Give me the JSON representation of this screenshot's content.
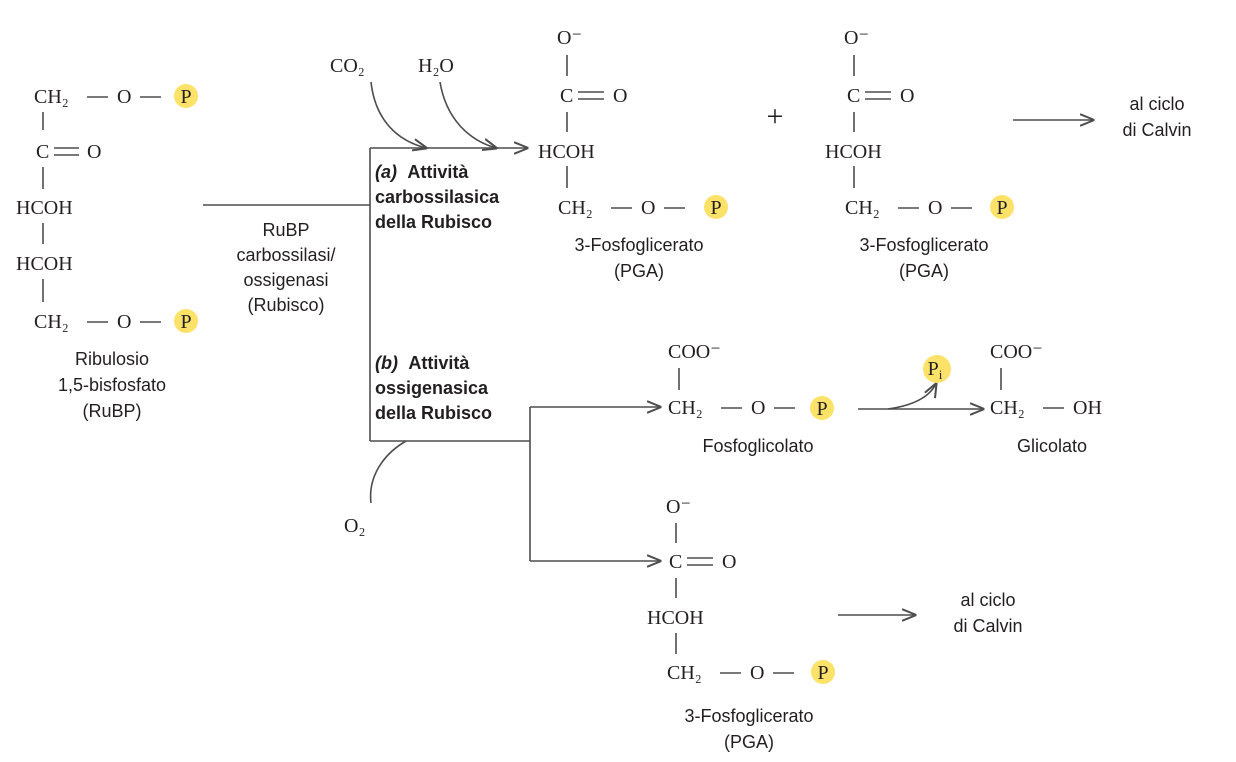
{
  "colors": {
    "phosphate": "#fde26a",
    "line": "#4d4d4f",
    "text": "#231f20"
  },
  "ribulose": {
    "row1": "CH₂",
    "o": "O",
    "p": "P",
    "c": "C",
    "eq_o": "O",
    "hcoh1": "HCOH",
    "hcoh2": "HCOH",
    "name_lines": [
      "Ribulosio",
      "1,5-bisfosfato",
      "(RuBP)"
    ]
  },
  "enzyme": {
    "lines": [
      "RuBP",
      "carbossilasi/",
      "ossigenasi",
      "(Rubisco)"
    ]
  },
  "reagents": {
    "co2": "CO₂",
    "h2o": "H₂O",
    "o2": "O₂"
  },
  "activity_a": {
    "tag": "(a)",
    "lines": [
      "Attività",
      "carbossilasica",
      "della Rubisco"
    ]
  },
  "activity_b": {
    "tag": "(b)",
    "lines": [
      "Attività",
      "ossigenasica",
      "della Rubisco"
    ]
  },
  "pga_common": {
    "o_minus": "O⁻",
    "c": "C",
    "o": "O",
    "hcoh": "HCOH",
    "ch2": "CH₂",
    "p": "P",
    "name": "3-Fosfoglicerato",
    "abbr": "(PGA)"
  },
  "plus": "+",
  "calvin": {
    "line1": "al ciclo",
    "line2": "di Calvin"
  },
  "phosphoglycolate": {
    "coo": "COO⁻",
    "ch2": "CH₂",
    "o": "O",
    "p": "P",
    "name": "Fosfoglicolato"
  },
  "pi": {
    "p": "P",
    "sub": "i"
  },
  "glycolate": {
    "coo": "COO⁻",
    "ch2": "CH₂",
    "oh": "OH",
    "name": "Glicolato"
  }
}
